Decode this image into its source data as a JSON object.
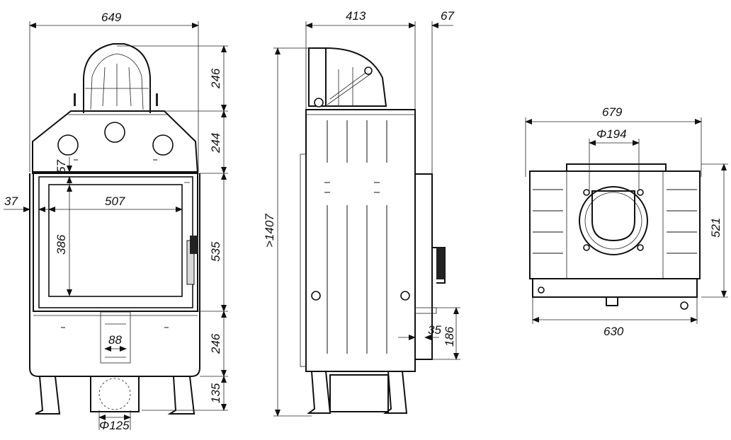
{
  "dimensions": {
    "front_width": "649",
    "side_depth": "413",
    "side_offset": "67",
    "top_outlet": "246",
    "upper_section": "244",
    "door_height": "535",
    "lower_section": "246",
    "leg_height": "135",
    "frame_gap": "57",
    "side_frame": "37",
    "glass_width": "507",
    "glass_height": "386",
    "air_inlet_width": "88",
    "bottom_duct_diameter": "Φ125",
    "overall_height": ">1407",
    "handle_offset": "35",
    "handle_height": "186",
    "plan_outer_width": "679",
    "plan_flue_diameter": "Φ194",
    "plan_depth": "521",
    "plan_inner_width": "630"
  }
}
